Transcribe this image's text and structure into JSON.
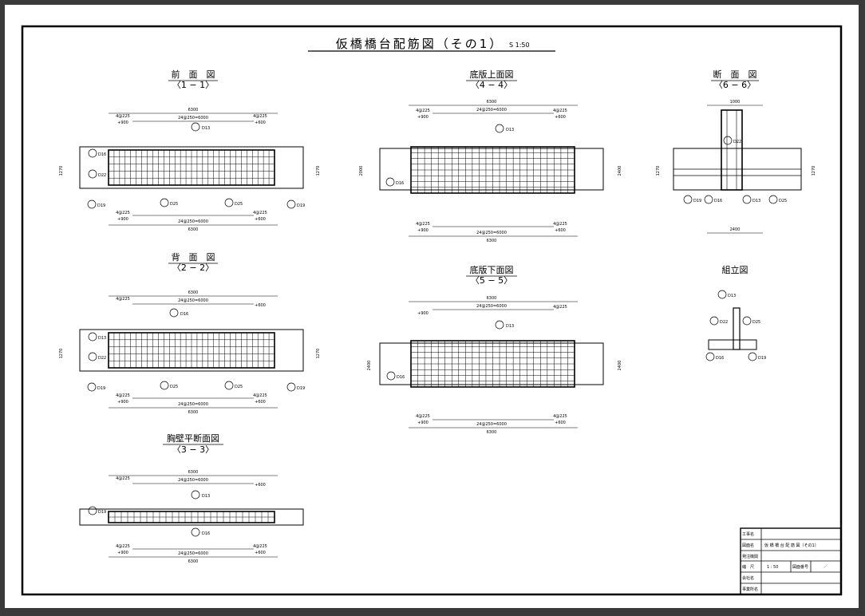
{
  "title": "仮橋橋台配筋図（その1）",
  "scale_note": "S 1:50",
  "views": {
    "front": {
      "title": "前　面　図",
      "section": "〈1 − 1〉"
    },
    "back": {
      "title": "背　面　図",
      "section": "〈2 − 2〉"
    },
    "parapet": {
      "title": "胸壁平断面図",
      "section": "〈3 − 3〉"
    },
    "footing_top": {
      "title": "底版上面図",
      "section": "〈4 − 4〉"
    },
    "footing_bottom": {
      "title": "底版下面図",
      "section": "〈5 − 5〉"
    },
    "section_view": {
      "title": "断　面　図",
      "section": "〈6 − 6〉"
    },
    "assembly": {
      "title": "組立図"
    }
  },
  "dims": {
    "overall": "6300",
    "bar_span": "24@250=6000",
    "end": "4@225",
    "edge": "+900",
    "edge_right": "+600",
    "height": "1270",
    "h1": "900",
    "h2": "1000",
    "h3": "2400",
    "h4": "2000"
  },
  "marks": {
    "m1": "D13",
    "m2": "D16",
    "m3": "D22",
    "m4": "D19",
    "m5": "D25"
  },
  "title_block": {
    "rows": [
      {
        "label": "工事名",
        "value": ""
      },
      {
        "label": "図面名",
        "value": "仮 橋 橋 台 配 筋 図（その1）"
      },
      {
        "label": "発注機関",
        "value": ""
      },
      {
        "label": "縮　尺",
        "value": "1 : 50",
        "label2": "図面番号",
        "value2": "／"
      },
      {
        "label": "会社名",
        "value": ""
      },
      {
        "label": "事業所名",
        "value": ""
      }
    ]
  },
  "colors": {
    "paper": "#ffffff",
    "ink": "#000000",
    "bezel": "#3a3a3a"
  }
}
